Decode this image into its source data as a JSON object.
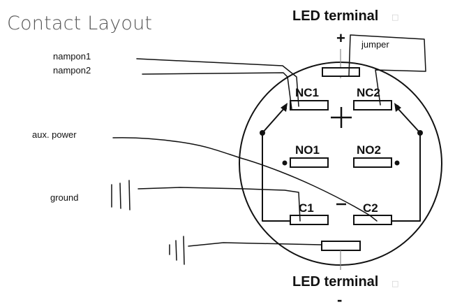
{
  "diagram": {
    "title": "Contact Layout",
    "led_terminal_top": {
      "label": "LED terminal",
      "marker": "□",
      "polarity": "+"
    },
    "led_terminal_bottom": {
      "label": "LED terminal",
      "marker": "□",
      "polarity": "-"
    },
    "contacts": {
      "nc1": "NC1",
      "nc2": "NC2",
      "no1": "NO1",
      "no2": "NO2",
      "c1": "C1",
      "c2": "C2"
    },
    "center_plus": "+",
    "center_minus": "-",
    "annotations": {
      "jumper": "jumper",
      "nampon1": "nampon1",
      "nampon2": "nampon2",
      "aux_power": "aux. power",
      "ground": "ground"
    }
  }
}
